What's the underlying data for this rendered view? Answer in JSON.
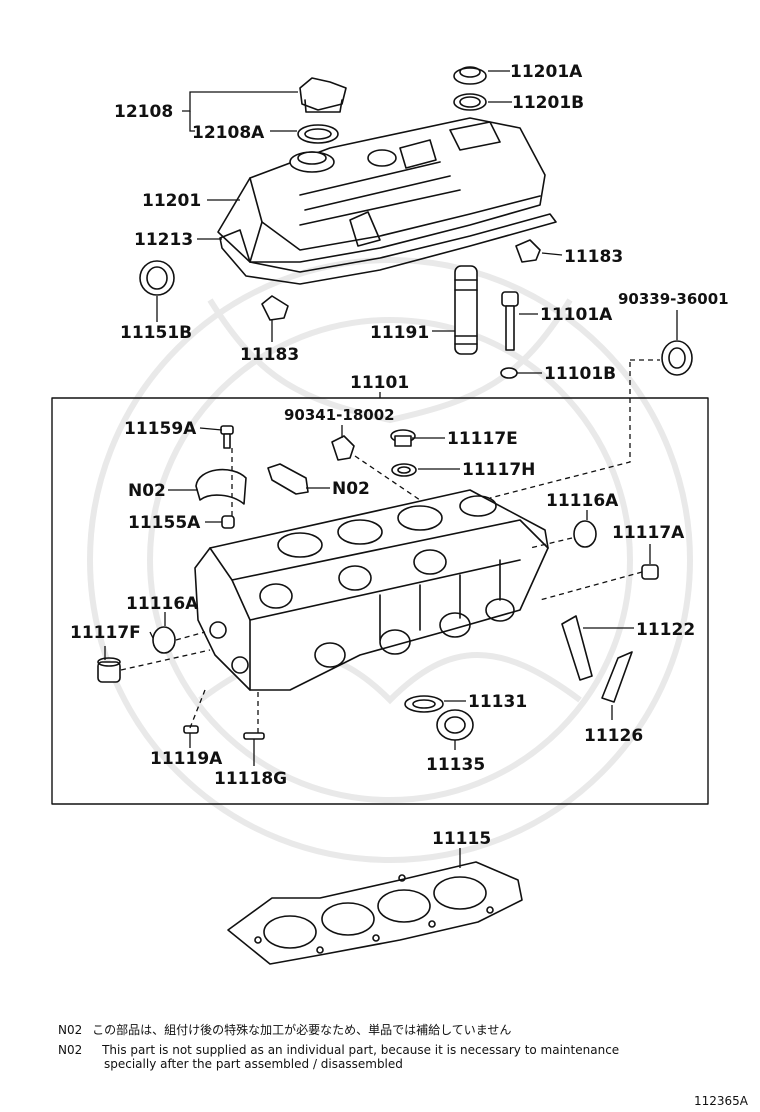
{
  "labels": {
    "p12108": "12108",
    "p12108A": "12108A",
    "p11201": "11201",
    "p11201A": "11201A",
    "p11201B": "11201B",
    "p11213": "11213",
    "p11183_top": "11183",
    "p11183_left": "11183",
    "p11151B": "11151B",
    "p11191": "11191",
    "p11101A": "11101A",
    "p11101B": "11101B",
    "p90339": "90339-36001",
    "p11101": "11101",
    "p11159A": "11159A",
    "p90341": "90341-18002",
    "p11117E": "11117E",
    "p11117H": "11117H",
    "n02_left": "N02",
    "n02_right": "N02",
    "p11155A": "11155A",
    "p11116A_right": "11116A",
    "p11117A": "11117A",
    "p11116A_left": "11116A",
    "p11117F": "11117F",
    "p11122": "11122",
    "p11131": "11131",
    "p11135": "11135",
    "p11126": "11126",
    "p11119A": "11119A",
    "p11118G": "11118G",
    "p11115": "11115"
  },
  "notes": {
    "jp_code": "N02",
    "jp_text": "この部品は、組付け後の特殊な加工が必要なため、単品では補給していません",
    "en_code": "N02",
    "en_line1": "This part is not supplied as an individual part, because it is necessary to maintenance",
    "en_line2": "specially after the part assembled / disassembled"
  },
  "diagram_code": "112365A"
}
